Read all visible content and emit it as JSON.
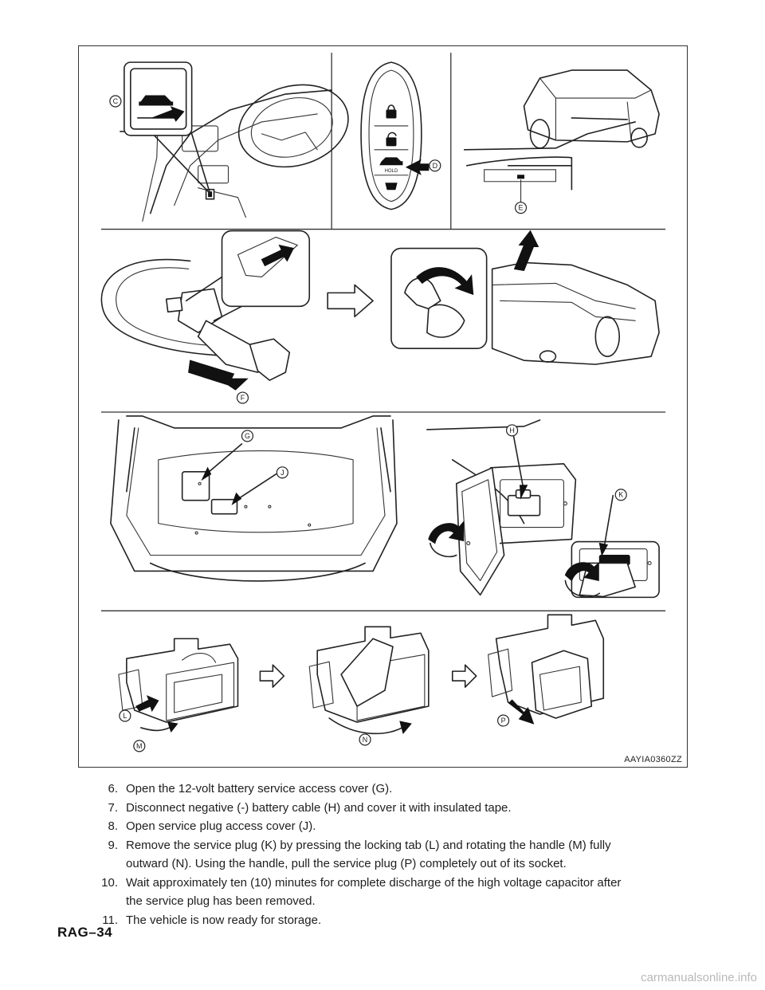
{
  "figure": {
    "code": "AAYIA0360ZZ",
    "callouts": {
      "c": "C",
      "d": "D",
      "e": "E",
      "f": "F",
      "g": "G",
      "h": "H",
      "j": "J",
      "k": "K",
      "l": "L",
      "m": "M",
      "n": "N",
      "p": "P"
    },
    "fob_hold_label": "HOLD"
  },
  "steps": [
    {
      "num": "6.",
      "text": "Open the 12-volt battery service access cover (G)."
    },
    {
      "num": "7.",
      "text": "Disconnect negative (-) battery cable (H) and cover it with insulated tape."
    },
    {
      "num": "8.",
      "text": "Open service plug access cover (J)."
    },
    {
      "num": "9.",
      "text": "Remove the service plug (K) by pressing the locking tab (L) and rotating the handle (M) fully"
    },
    {
      "num": "",
      "text": "outward (N). Using the handle, pull the service plug (P) completely out of its socket."
    },
    {
      "num": "10.",
      "text": "Wait approximately ten (10) minutes for complete discharge of the high voltage capacitor after"
    },
    {
      "num": "",
      "text": "the service plug has been removed."
    },
    {
      "num": "11.",
      "text": "The vehicle is now ready for storage."
    }
  ],
  "page_id": "RAG–34",
  "watermark": "carmanualsonline.info"
}
